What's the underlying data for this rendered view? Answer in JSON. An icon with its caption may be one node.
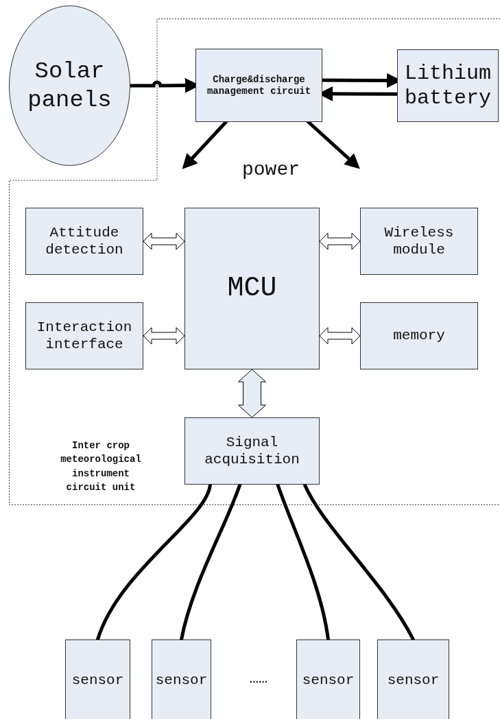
{
  "diagram": {
    "nodes": [
      {
        "text": [
          "Solar panels"
        ]
      },
      {
        "text": [
          "Inter crop meteorological instrument circuit unit"
        ]
      },
      {
        "text": [
          "Charge&discharge management circuit"
        ],
        "in": 1
      },
      {
        "text": [
          "Lithium battery"
        ],
        "in": 1
      },
      {
        "text": [
          "Attitude detection"
        ],
        "in": 1
      },
      {
        "text": [
          "MCU"
        ],
        "in": 1
      },
      {
        "text": [
          "Wireless module"
        ],
        "in": 1
      },
      {
        "text": [
          "Interaction interface"
        ],
        "in": 1
      },
      {
        "text": [
          "memory"
        ],
        "in": 1
      },
      {
        "text": [
          "Signal acquisition"
        ],
        "in": 1
      },
      {
        "text": [
          "sensor"
        ]
      },
      {
        "text": [
          "sensor"
        ]
      },
      {
        "text": [
          "sensor"
        ]
      },
      {
        "text": [
          "sensor"
        ]
      }
    ],
    "edges": [
      {
        "from": 0,
        "to": 2,
        "arrow": "to"
      },
      {
        "from": 2,
        "to": 3,
        "arrow": "to"
      },
      {
        "from": 3,
        "to": 2,
        "arrow": "to"
      },
      {
        "from": 2,
        "to": null,
        "arrow": "to"
      },
      {
        "from": 2,
        "to": null,
        "arrow": "to"
      },
      {
        "from": 4,
        "to": 5,
        "arrow": "both"
      },
      {
        "from": 5,
        "to": 6,
        "arrow": "both"
      },
      {
        "from": 7,
        "to": 5,
        "arrow": "both"
      },
      {
        "from": 5,
        "to": 8,
        "arrow": "both"
      },
      {
        "from": 5,
        "to": 9,
        "arrow": "both"
      },
      {
        "from": 9,
        "to": 10,
        "arrow": "none"
      },
      {
        "from": 9,
        "to": 11,
        "arrow": "none"
      },
      {
        "from": 9,
        "to": 12,
        "arrow": "none"
      },
      {
        "from": 9,
        "to": 13,
        "arrow": "none"
      }
    ],
    "labels": [
      "power",
      "……"
    ]
  }
}
